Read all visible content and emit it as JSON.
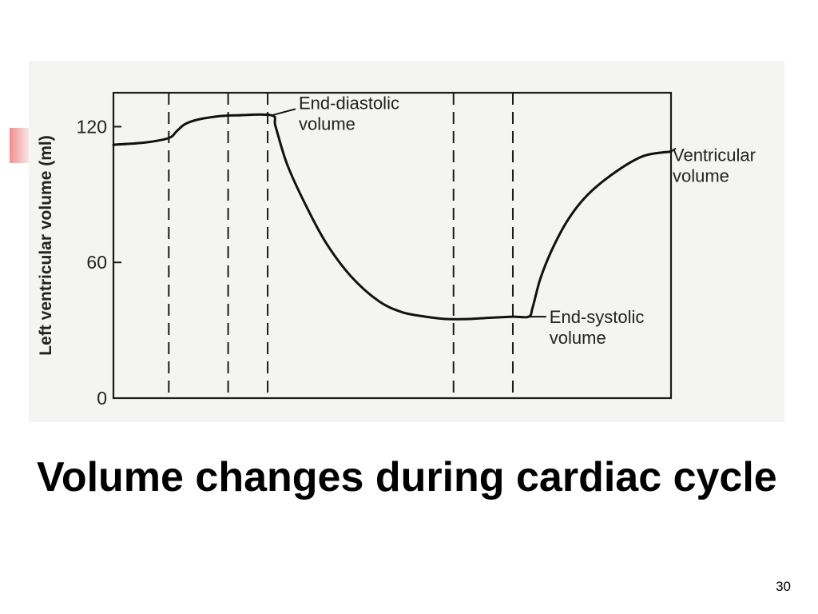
{
  "slide": {
    "title": "Volume changes during cardiac cycle",
    "page_number": "30",
    "accent_color": "#f58d8d"
  },
  "chart_data": {
    "type": "line",
    "title": "",
    "xlabel": "",
    "ylabel": "Left ventricular volume (ml)",
    "ylim": [
      0,
      135
    ],
    "y_ticks": [
      0,
      60,
      120
    ],
    "grid": false,
    "x": [
      0,
      8,
      14,
      16,
      18,
      21,
      26,
      31,
      40,
      41,
      44,
      49,
      54,
      60,
      67,
      73,
      79,
      84,
      90,
      95,
      101,
      105,
      106,
      108,
      111,
      115,
      120,
      127,
      134,
      141
    ],
    "series": [
      {
        "name": "",
        "values": [
          112,
          113,
          115,
          118,
          121,
          123,
          124.5,
          125,
          125,
          120,
          103,
          84,
          68,
          54,
          43,
          38,
          36,
          35,
          35,
          35.5,
          36,
          36,
          40,
          53,
          66,
          79,
          90,
          100,
          107,
          109
        ]
      }
    ],
    "phase_boundaries": [
      14,
      29,
      39,
      86,
      101
    ],
    "annotations": [
      {
        "text": [
          "End-diastolic",
          "volume"
        ],
        "x": 40,
        "y": 125
      },
      {
        "text": [
          "End-systolic",
          "volume"
        ],
        "x": 105,
        "y": 36
      },
      {
        "text": [
          "Ventricular",
          "volume"
        ],
        "x": 141,
        "y": 109
      }
    ]
  }
}
